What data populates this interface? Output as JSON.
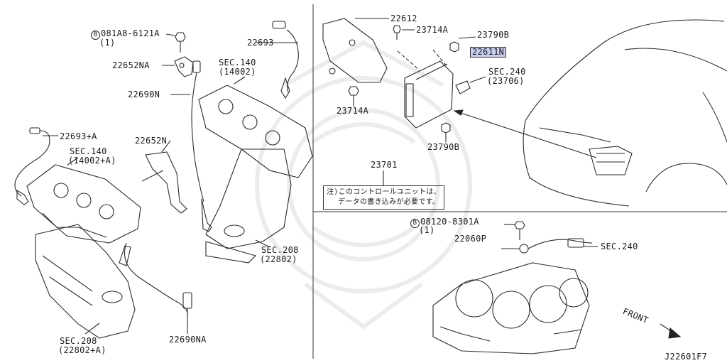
{
  "labels": {
    "bolt_081a8": "081A8-6121A",
    "bolt_081a8_qty": "(1)",
    "bracket_22652na": "22652NA",
    "sensor_22690n": "22690N",
    "sensor_22693a": "22693+A",
    "sec140a": "SEC.140",
    "sec140a_num": "(14002+A)",
    "bracket_22652n": "22652N",
    "sec208a": "SEC.208",
    "sec208a_num": "(22802+A)",
    "sensor_22690na": "22690NA",
    "sec140": "SEC.140",
    "sec140_num": "(14002)",
    "sensor_22693": "22693",
    "sec208": "SEC.208",
    "sec208_num": "(22802)",
    "bracket_22612": "22612",
    "bolt_23714a_top": "23714A",
    "nut_23790b_top": "23790B",
    "ecm_22611n": "22611N",
    "sec240_top": "SEC.240",
    "sec240_top_num": "(23706)",
    "bolt_23714a_bottom": "23714A",
    "nut_23790b_bottom": "23790B",
    "ecm_23701": "23701",
    "note_line1": "注)このコントロールユニットは、",
    "note_line2": "データの書き込みが必要です。",
    "bolt_08120": "08120-8301A",
    "bolt_08120_qty": "(1)",
    "knock_22060p": "22060P",
    "sec240_bottom": "SEC.240",
    "front": "FRONT",
    "diagram_code": "J22601F7",
    "circle_b": "B"
  },
  "colors": {
    "highlight": "#c9cdf0",
    "line": "#2a2a2a",
    "watermark": "#ececec"
  }
}
